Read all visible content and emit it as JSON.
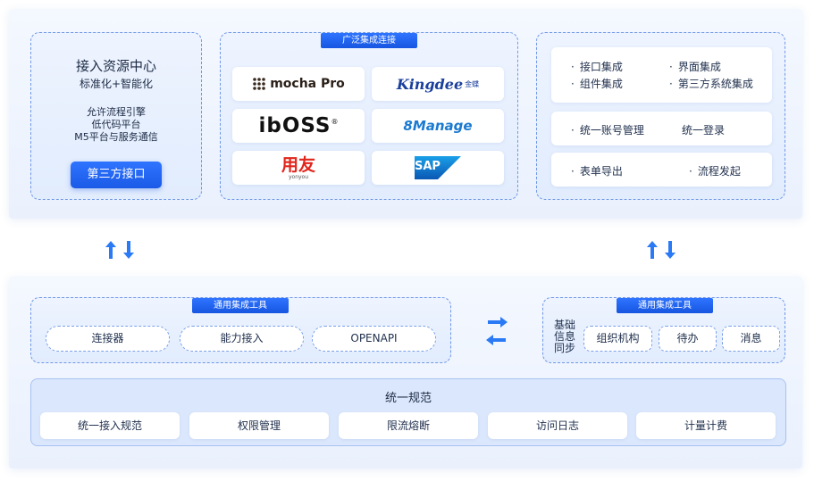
{
  "top": {
    "resource_center": {
      "title": "接入资源中心",
      "subtitle": "标准化+智能化",
      "features": [
        "允许流程引擎",
        "低代码平台",
        "M5平台与服务通信"
      ],
      "button": "第三方接口"
    },
    "integration": {
      "badge": "广泛集成连接",
      "logos": [
        {
          "name": "mocha-pro",
          "text": "mocha Pro"
        },
        {
          "name": "kingdee",
          "text": "Kingdee",
          "text2": "金蝶"
        },
        {
          "name": "iboss",
          "text": "ibOSS",
          "text2": "®"
        },
        {
          "name": "8manage",
          "text": "8Manage"
        },
        {
          "name": "yonyou",
          "text": "用友",
          "text2": "yonyou"
        },
        {
          "name": "sap",
          "text": "SAP"
        }
      ]
    },
    "capabilities": {
      "card1": [
        "接口集成",
        "界面集成",
        "组件集成",
        "第三方系统集成"
      ],
      "card2": [
        "统一账号管理",
        "统一登录"
      ],
      "card3": [
        "表单导出",
        "流程发起"
      ]
    }
  },
  "bottom": {
    "tools_left": {
      "badge": "通用集成工具",
      "items": [
        "连接器",
        "能力接入",
        "OPENAPI"
      ]
    },
    "tools_right": {
      "badge": "通用集成工具",
      "label_lines": [
        "基础",
        "信息",
        "同步"
      ],
      "items": [
        "组织机构",
        "待办",
        "消息"
      ]
    },
    "spec": {
      "title": "统一规范",
      "items": [
        "统一接入规范",
        "权限管理",
        "限流熔断",
        "访问日志",
        "计量计费"
      ]
    }
  },
  "colors": {
    "accent": "#1f62f0",
    "arrow": "#2b7af5",
    "border": "#6f97e6"
  },
  "icons": [
    "up-down-arrows-icon",
    "right-left-arrows-icon"
  ]
}
